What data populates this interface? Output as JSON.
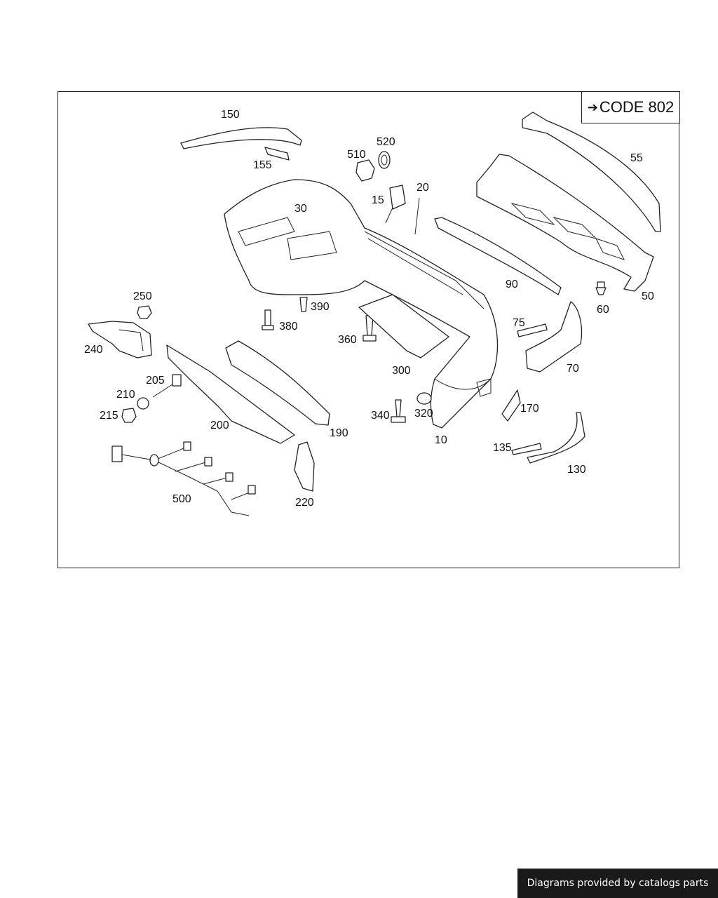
{
  "code_label": "CODE 802",
  "callouts": [
    "150",
    "155",
    "510",
    "520",
    "15",
    "20",
    "30",
    "55",
    "90",
    "50",
    "60",
    "250",
    "240",
    "390",
    "380",
    "360",
    "75",
    "70",
    "300",
    "205",
    "210",
    "215",
    "200",
    "190",
    "340",
    "320",
    "10",
    "170",
    "135",
    "130",
    "500",
    "220"
  ],
  "footer_text": "Diagrams provided by catalogs parts"
}
